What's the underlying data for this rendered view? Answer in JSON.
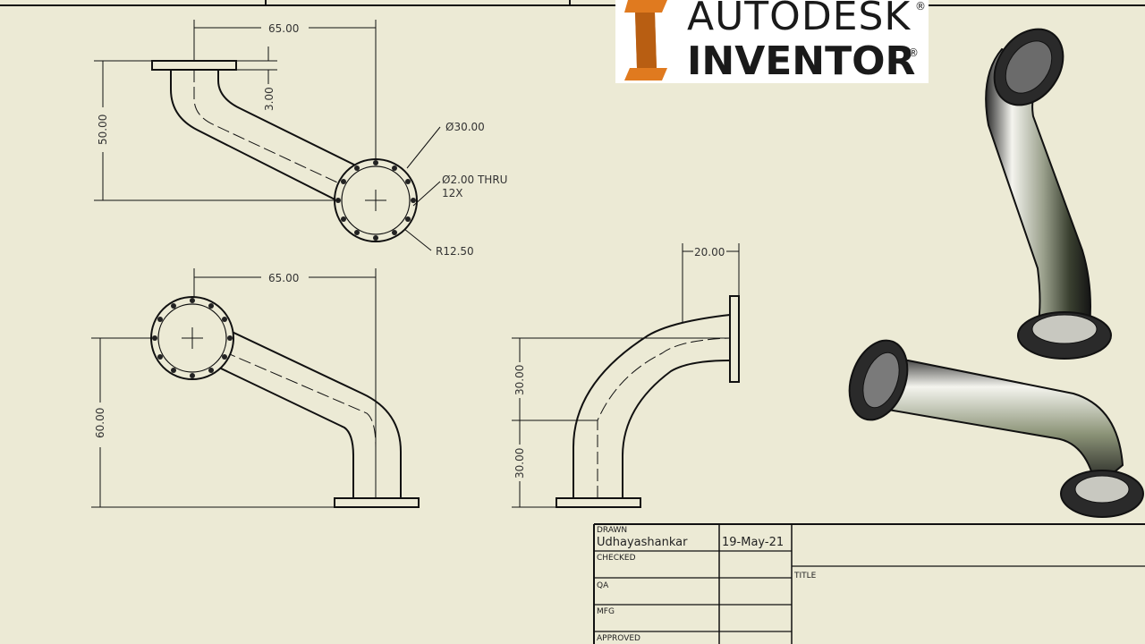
{
  "logo": {
    "brand_line1": "AUTODESK",
    "brand_line2": "INVENTOR",
    "registered_mark": "®",
    "icon": "inventor-logo-icon"
  },
  "views": {
    "top": {
      "width_dim": "65.00",
      "height_dim": "50.00",
      "flange_thickness_dim": "3.00",
      "callout_diameter": "Ø30.00",
      "callout_holes_line1": "Ø2.00 THRU",
      "callout_holes_line2": "12X",
      "callout_radius": "R12.50"
    },
    "front": {
      "width_dim": "65.00",
      "height_dim": "60.00"
    },
    "side": {
      "offset_dim": "20.00",
      "upper_dim": "30.00",
      "lower_dim": "30.00"
    }
  },
  "title_block": {
    "drawn_label": "DRAWN",
    "drawn_by": "Udhayashankar",
    "drawn_date": "19-May-21",
    "checked_label": "CHECKED",
    "qa_label": "QA",
    "mfg_label": "MFG",
    "approved_label": "APPROVED",
    "title_label": "TITLE"
  },
  "colors": {
    "paper": "#ECEAD5",
    "line": "#111111",
    "logo_orange": "#E07A1F"
  }
}
